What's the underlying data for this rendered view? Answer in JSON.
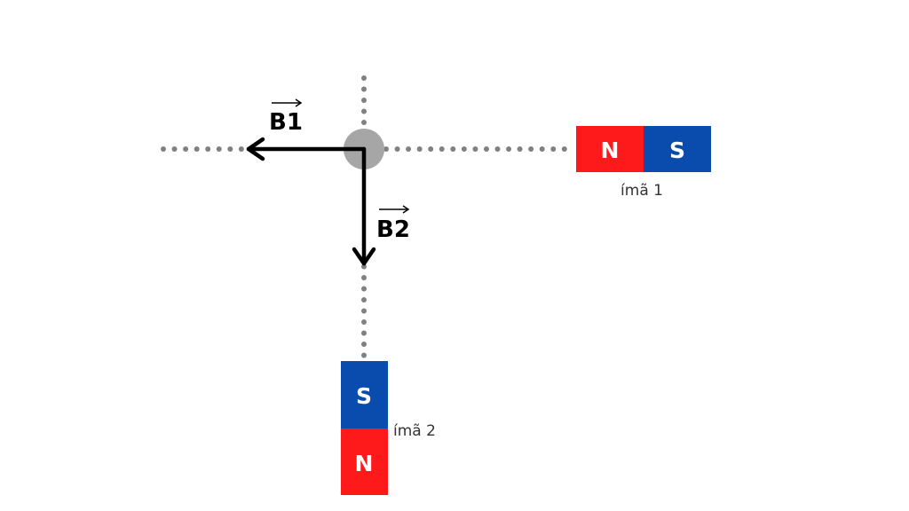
{
  "colors": {
    "north": "#fe1a1a",
    "south": "#0a4cae",
    "dots": "#808080",
    "point": "#a6a6a6",
    "arrow": "#000000"
  },
  "vectors": {
    "b1": "B1",
    "b2": "B2"
  },
  "magnet1": {
    "north": "N",
    "south": "S",
    "label": "ímã 1"
  },
  "magnet2": {
    "north": "N",
    "south": "S",
    "label": "ímã 2"
  }
}
